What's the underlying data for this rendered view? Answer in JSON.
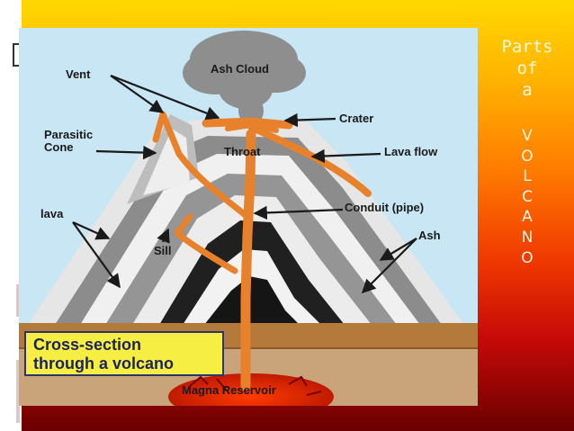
{
  "diagram": {
    "labels": {
      "vent": "Vent",
      "ash_cloud": "Ash Cloud",
      "parasitic_cone": "Parasitic\nCone",
      "crater": "Crater",
      "throat": "Throat",
      "lava_flow": "Lava flow",
      "lava": "lava",
      "conduit": "Conduit (pipe)",
      "sill": "Sill",
      "ash": "Ash",
      "magma_reservoir": "Magna Reservoir"
    },
    "title_box": {
      "line1": "Cross-section",
      "line2": "through a volcano"
    }
  },
  "side_title": {
    "words": [
      "Parts",
      "of",
      "a"
    ],
    "letters": [
      "V",
      "O",
      "L",
      "C",
      "A",
      "N",
      "O"
    ]
  },
  "colors": {
    "sky": "#c8e6f4",
    "title_box_fill": "#f6ee42",
    "title_box_text": "#1c2457",
    "magma": "#e8812b",
    "slide_gradient_top": "#ffd800",
    "slide_gradient_bottom": "#6a0000",
    "side_title_text": "#fff6e0"
  }
}
